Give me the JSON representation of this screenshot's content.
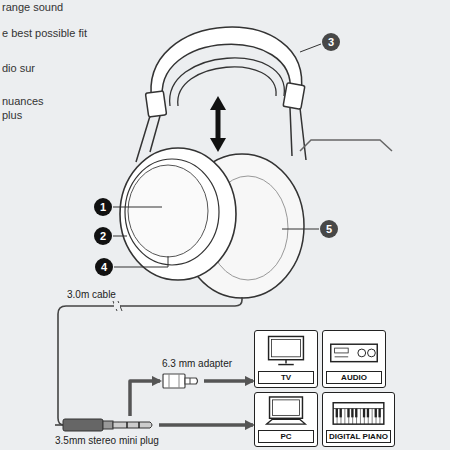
{
  "diagram": {
    "nodes": [
      {
        "text": [
          "TV"
        ]
      },
      {
        "text": [
          "AUDIO"
        ]
      },
      {
        "text": [
          "PC"
        ]
      },
      {
        "text": [
          "DIGITAL PIANO"
        ]
      },
      {
        "text": [
          "6.3 mm adapter"
        ]
      },
      {
        "text": [
          "3.5mm stereo mini plug"
        ]
      }
    ],
    "edges": [
      {
        "from": 5,
        "to": 4,
        "arrow": "to"
      },
      {
        "from": 4,
        "to": 0,
        "arrow": "to"
      },
      {
        "from": 5,
        "to": 2,
        "arrow": "to"
      }
    ],
    "labels": [
      "range sound",
      "e best possible fit",
      "dio sur",
      "nuances",
      "plus",
      "3",
      "1",
      "2",
      "4",
      "5",
      "3.0m cable"
    ]
  }
}
